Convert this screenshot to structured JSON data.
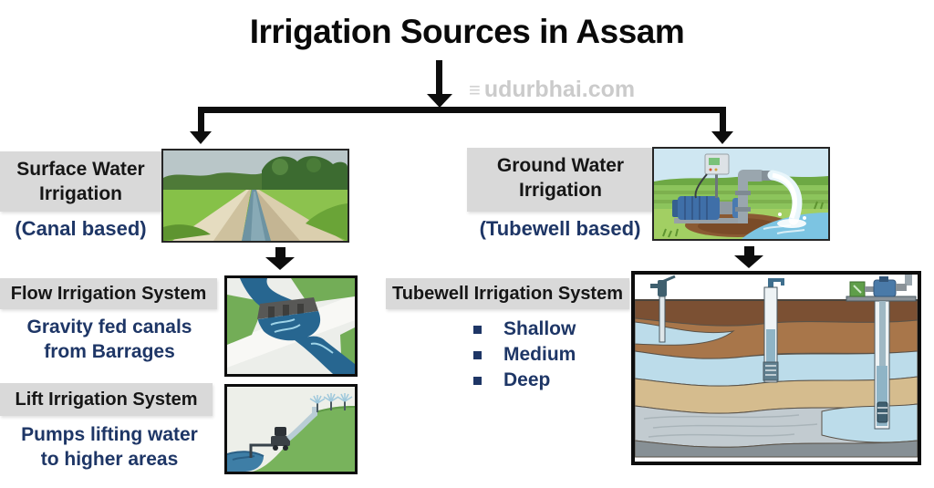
{
  "title": "Irrigation Sources in Assam",
  "watermark": {
    "icon": "≡",
    "text": "udurbhai.com"
  },
  "colors": {
    "accent_blue": "#1e3666",
    "label_bg": "#d9d9d9",
    "connector": "#0d0d0d"
  },
  "left_branch": {
    "heading": {
      "line1": "Surface Water",
      "line2": "Irrigation"
    },
    "subheading": "(Canal based)",
    "sections": [
      {
        "heading": "Flow Irrigation System",
        "description": {
          "line1": "Gravity fed canals",
          "line2": "from Barrages"
        }
      },
      {
        "heading": "Lift Irrigation System",
        "description": {
          "line1": "Pumps lifting water",
          "line2": "to higher areas"
        }
      }
    ]
  },
  "right_branch": {
    "heading": {
      "line1": "Ground Water",
      "line2": "Irrigation"
    },
    "subheading": "(Tubewell based)",
    "section": {
      "heading": "Tubewell Irrigation System",
      "bullets": [
        "Shallow",
        "Medium",
        "Deep"
      ]
    }
  }
}
